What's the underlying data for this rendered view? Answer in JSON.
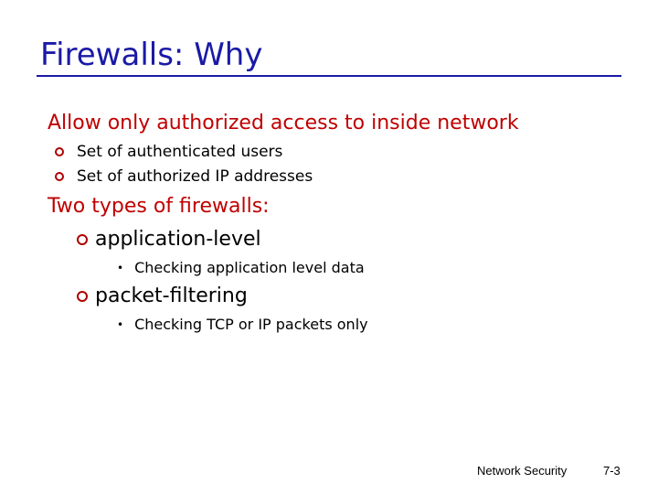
{
  "slide": {
    "title": "Firewalls: Why",
    "section1": {
      "heading": "Allow only authorized access to inside network",
      "items": [
        "Set of authenticated users",
        "Set of authorized IP addresses"
      ]
    },
    "section2": {
      "heading": "Two types of firewalls:",
      "types": [
        {
          "name": "application-level",
          "detail": "Checking application level data"
        },
        {
          "name": "packet-filtering",
          "detail": "Checking TCP or IP packets only"
        }
      ]
    },
    "footer": {
      "course": "Network Security",
      "page": "7-3"
    }
  },
  "colors": {
    "title": "#1a1aa6",
    "heading": "#c00000",
    "bullet": "#b00000",
    "text": "#000000"
  },
  "icons": {
    "sub_bullet": "hollow-circle",
    "detail_bullet": "small-dot"
  }
}
